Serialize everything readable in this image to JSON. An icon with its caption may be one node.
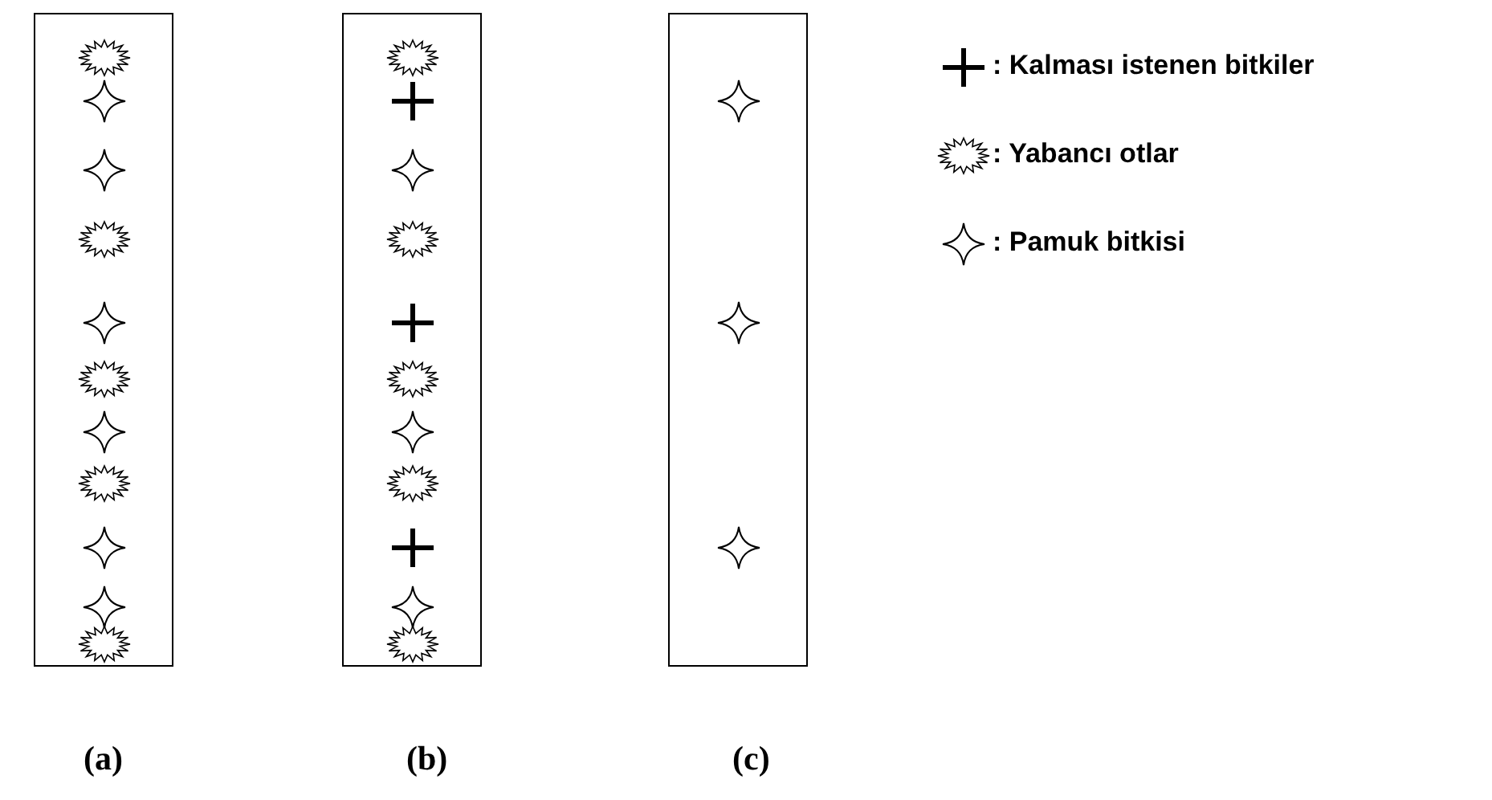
{
  "diagram": {
    "nodes": [
      {
        "text": [
          "(a)"
        ]
      },
      {
        "text": [
          "(b)"
        ]
      },
      {
        "text": [
          "(c)"
        ]
      }
    ],
    "legend": [
      {
        "text": ": Kalması istenen bitkiler"
      },
      {
        "text": ": Yabancı otlar"
      },
      {
        "text": ": Pamuk bitkisi"
      }
    ]
  }
}
